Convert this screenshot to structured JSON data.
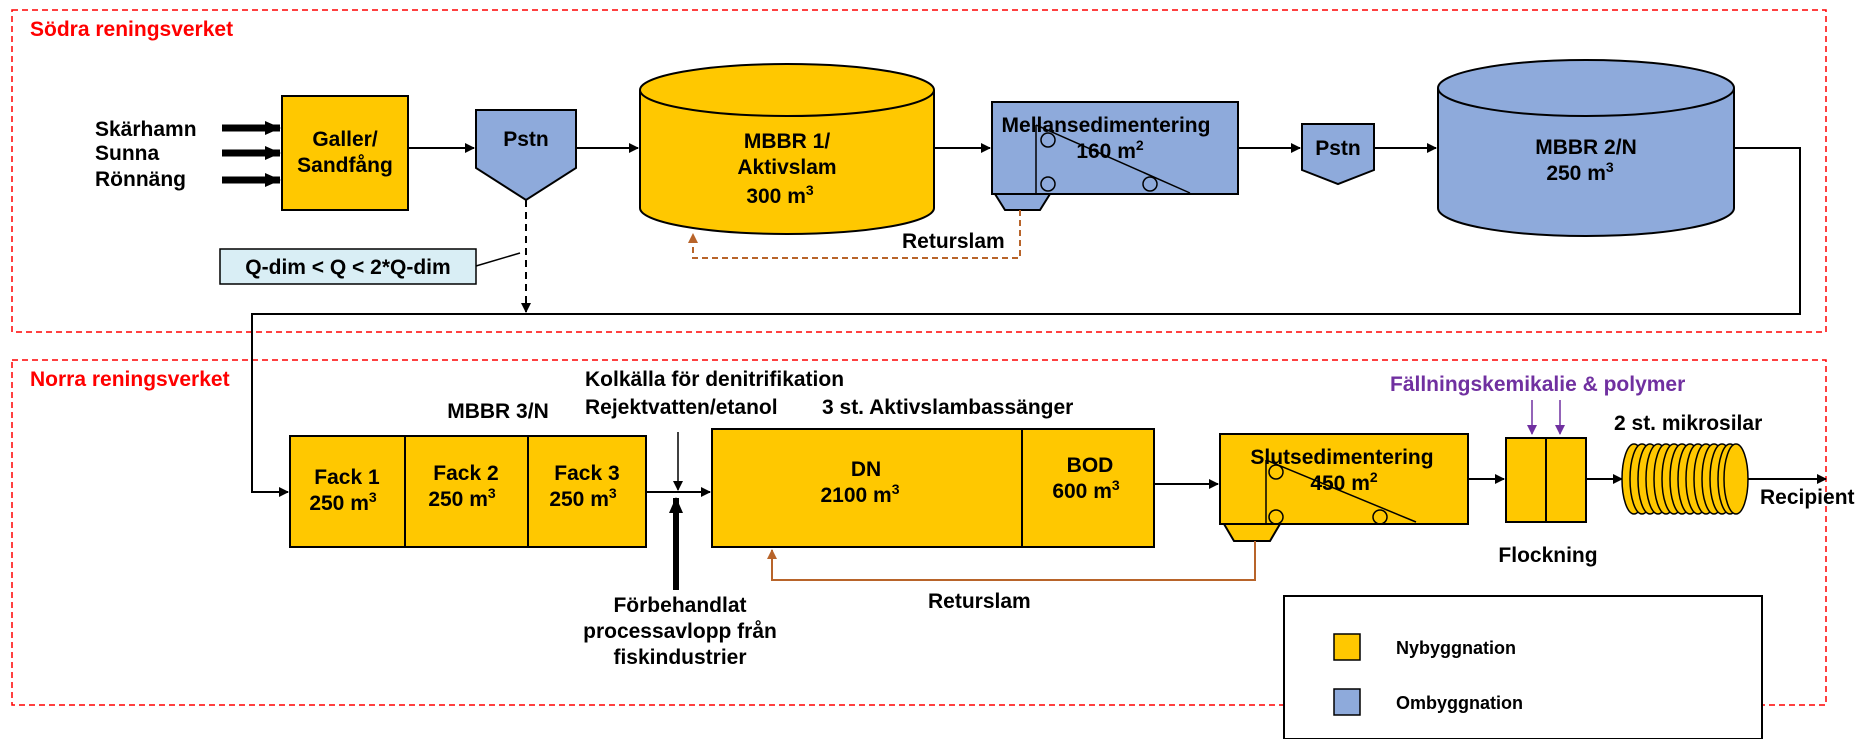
{
  "zones": {
    "south": "Södra reningsverket",
    "north": "Norra reningsverket"
  },
  "south": {
    "inflows": [
      "Skärhamn",
      "Sunna",
      "Rönnäng"
    ],
    "galler": [
      "Galler/",
      "Sandfång"
    ],
    "pstn1": "Pstn",
    "mbbr1": [
      "MBBR 1/",
      "Aktivslam",
      "300 m"
    ],
    "mbbr1_sup": "3",
    "mellansed": [
      "Mellansedimentering",
      "160 m"
    ],
    "mellansed_sup": "2",
    "pstn2": "Pstn",
    "mbbr2": [
      "MBBR 2/N",
      "250 m"
    ],
    "mbbr2_sup": "3",
    "returslam": "Returslam",
    "qdim": "Q-dim < Q < 2*Q-dim"
  },
  "north": {
    "mbbr3_title": "MBBR 3/N",
    "fack": [
      {
        "name": "Fack 1",
        "vol": "250 m"
      },
      {
        "name": "Fack 2",
        "vol": "250 m"
      },
      {
        "name": "Fack 3",
        "vol": "250 m"
      }
    ],
    "fack_sup": "3",
    "kolkalla": "Kolkälla för denitrifikation",
    "rejekt": "Rejektvatten/etanol",
    "aktiv_title": "3 st. Aktivslambassänger",
    "dn": [
      "DN",
      "2100 m"
    ],
    "dn_sup": "3",
    "bod": [
      "BOD",
      "600 m"
    ],
    "bod_sup": "3",
    "slutsed": [
      "Slutsedimentering",
      "450 m"
    ],
    "slutsed_sup": "2",
    "fallning": "Fällningskemikalie & polymer",
    "mikrosilar": "2 st. mikrosilar",
    "recipient": "Recipient",
    "flockning": "Flockning",
    "forbehandlat": [
      "Förbehandlat",
      "processavlopp från",
      "fiskindustrier"
    ],
    "returslam": "Returslam"
  },
  "legend": {
    "new": "Nybyggnation",
    "rebuild": "Ombyggnation",
    "new_color": "#ffc800",
    "rebuild_color": "#8eaadb"
  },
  "colors": {
    "yellow": "#ffc800",
    "blue": "#8eaadb",
    "zone_border": "#ff0000",
    "return_line": "#b8642a",
    "purple": "#7030a0"
  }
}
